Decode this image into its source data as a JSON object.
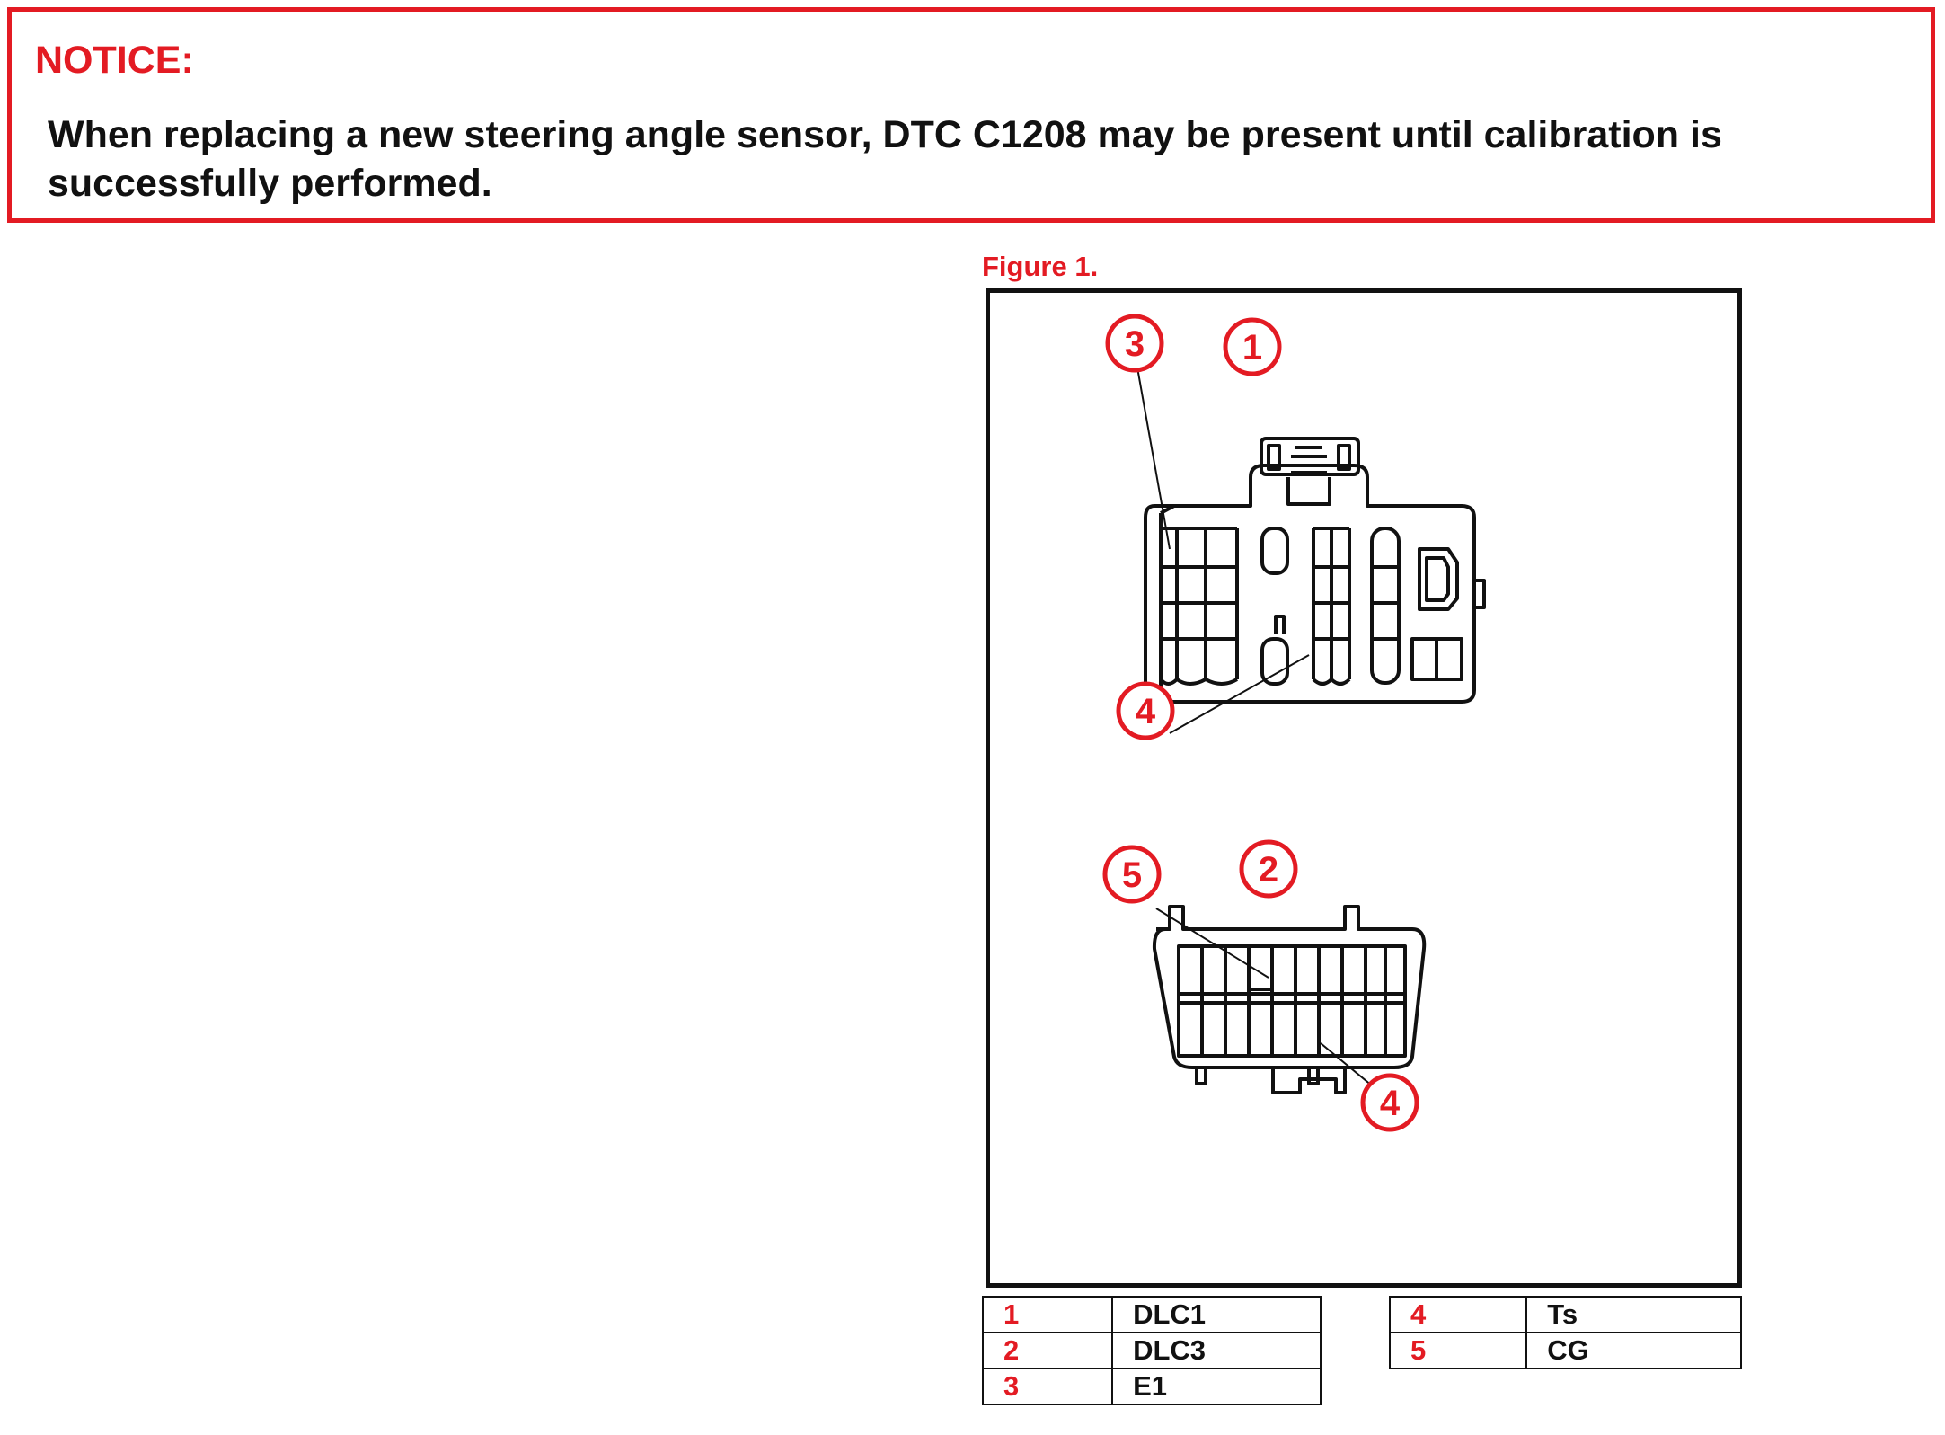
{
  "notice": {
    "title": "NOTICE:",
    "text": "When replacing a new steering angle sensor, DTC C1208 may be present until calibration is successfully performed."
  },
  "figure": {
    "label": "Figure 1.",
    "callouts": [
      "3",
      "1",
      "4",
      "5",
      "2",
      "4"
    ]
  },
  "legend_left": [
    {
      "num": "1",
      "label": "DLC1"
    },
    {
      "num": "2",
      "label": "DLC3"
    },
    {
      "num": "3",
      "label": "E1"
    }
  ],
  "legend_right": [
    {
      "num": "4",
      "label": "Ts"
    },
    {
      "num": "5",
      "label": "CG"
    }
  ],
  "colors": {
    "accent": "#e31b23",
    "ink": "#111111"
  }
}
